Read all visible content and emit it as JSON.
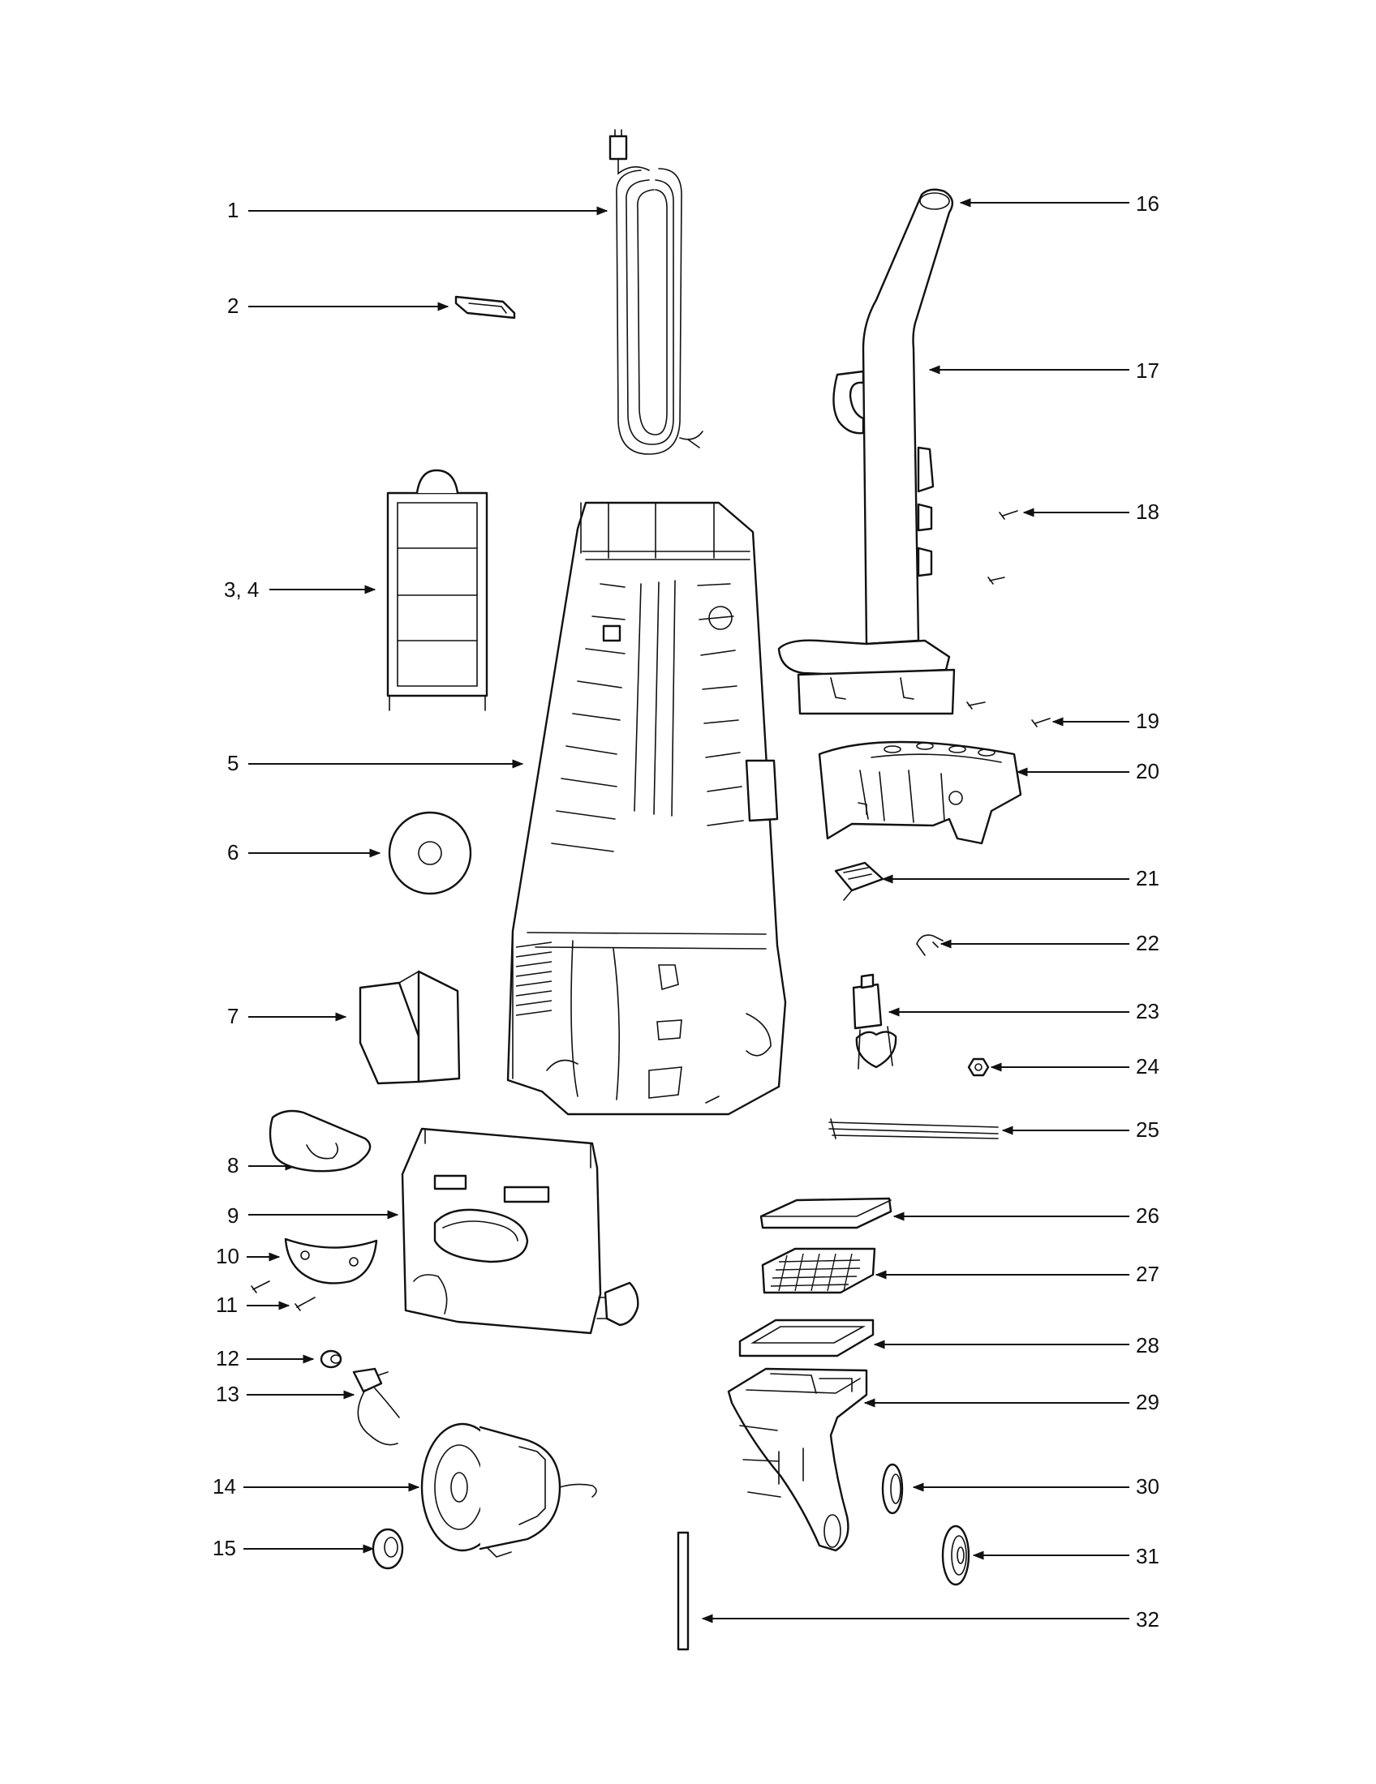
{
  "diagram": {
    "type": "exploded-parts",
    "callouts": [
      {
        "id": "1",
        "label": "1"
      },
      {
        "id": "2",
        "label": "2"
      },
      {
        "id": "3-4",
        "label": "3, 4"
      },
      {
        "id": "5",
        "label": "5"
      },
      {
        "id": "6",
        "label": "6"
      },
      {
        "id": "7",
        "label": "7"
      },
      {
        "id": "8",
        "label": "8"
      },
      {
        "id": "9",
        "label": "9"
      },
      {
        "id": "10",
        "label": "10"
      },
      {
        "id": "11",
        "label": "11"
      },
      {
        "id": "12",
        "label": "12"
      },
      {
        "id": "13",
        "label": "13"
      },
      {
        "id": "14",
        "label": "14"
      },
      {
        "id": "15",
        "label": "15"
      },
      {
        "id": "16",
        "label": "16"
      },
      {
        "id": "17",
        "label": "17"
      },
      {
        "id": "18",
        "label": "18"
      },
      {
        "id": "19",
        "label": "19"
      },
      {
        "id": "20",
        "label": "20"
      },
      {
        "id": "21",
        "label": "21"
      },
      {
        "id": "22",
        "label": "22"
      },
      {
        "id": "23",
        "label": "23"
      },
      {
        "id": "24",
        "label": "24"
      },
      {
        "id": "25",
        "label": "25"
      },
      {
        "id": "26",
        "label": "26"
      },
      {
        "id": "27",
        "label": "27"
      },
      {
        "id": "28",
        "label": "28"
      },
      {
        "id": "29",
        "label": "29"
      },
      {
        "id": "30",
        "label": "30"
      },
      {
        "id": "31",
        "label": "31"
      },
      {
        "id": "32",
        "label": "32"
      }
    ]
  },
  "colors": {
    "line": "#111111",
    "background": "#ffffff"
  }
}
